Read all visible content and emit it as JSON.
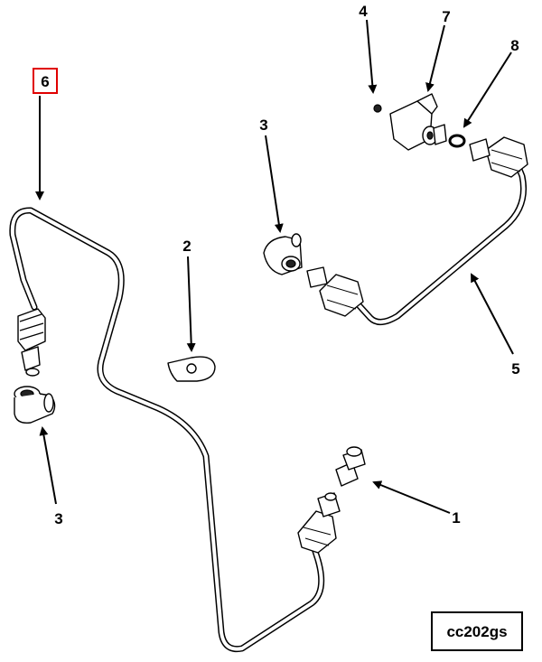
{
  "figure_id": "cc202gs",
  "highlight_color": "#e00000",
  "callouts": {
    "c6": "6",
    "c2": "2",
    "c3_left": "3",
    "c3_upper": "3",
    "c4": "4",
    "c7": "7",
    "c8": "8",
    "c5": "5",
    "c1": "1"
  },
  "highlighted_callout": "6"
}
